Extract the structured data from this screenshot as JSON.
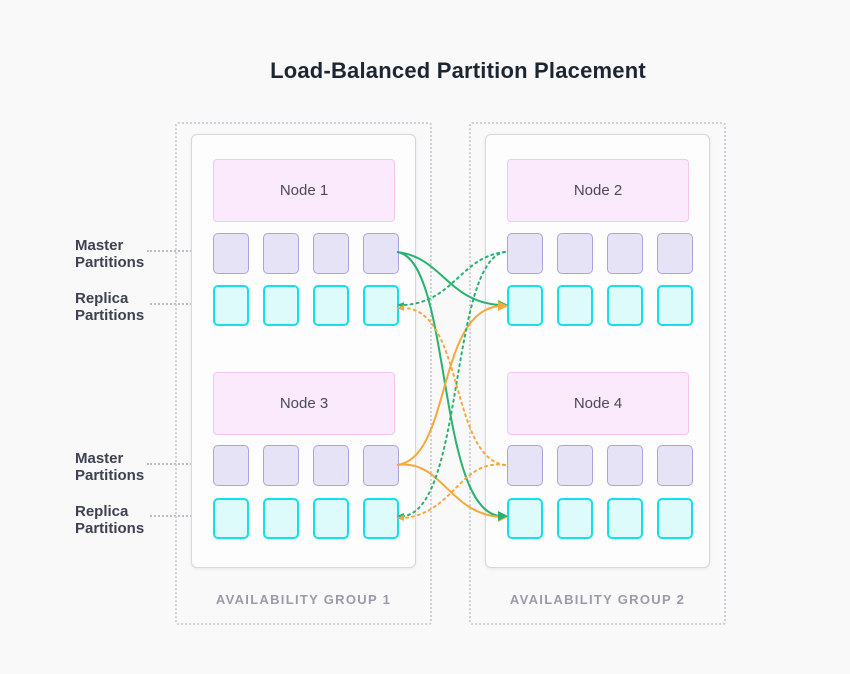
{
  "title": "Load-Balanced Partition Placement",
  "colors": {
    "green": "#29b26f",
    "orange": "#f5a93b",
    "master_fill": "#e7e3f6",
    "master_border": "#aba4db",
    "replica_fill": "#ddfbfb",
    "replica_border": "#16dfea",
    "node_fill": "#faeafb",
    "node_border": "#f3c6f0"
  },
  "partition_labels": {
    "master": "Master Partitions",
    "replica": "Replica Partitions"
  },
  "groups": [
    {
      "label": "AVAILABILITY GROUP 1",
      "nodes": [
        {
          "name": "Node 1"
        },
        {
          "name": "Node 3"
        }
      ]
    },
    {
      "label": "AVAILABILITY GROUP 2",
      "nodes": [
        {
          "name": "Node 2"
        },
        {
          "name": "Node 4"
        }
      ]
    }
  ],
  "partitions_per_row": 4,
  "connections": [
    {
      "from": "node1-master",
      "to": "node2-replica",
      "color": "green",
      "style": "solid"
    },
    {
      "from": "node1-master",
      "to": "node4-replica",
      "color": "green",
      "style": "solid"
    },
    {
      "from": "node3-master",
      "to": "node2-replica",
      "color": "orange",
      "style": "solid"
    },
    {
      "from": "node3-master",
      "to": "node4-replica",
      "color": "orange",
      "style": "solid"
    },
    {
      "from": "node2-master",
      "to": "node1-replica",
      "color": "green",
      "style": "dotted"
    },
    {
      "from": "node2-master",
      "to": "node3-replica",
      "color": "green",
      "style": "dotted"
    },
    {
      "from": "node4-master",
      "to": "node1-replica",
      "color": "orange",
      "style": "dotted"
    },
    {
      "from": "node4-master",
      "to": "node3-replica",
      "color": "orange",
      "style": "dotted"
    }
  ]
}
